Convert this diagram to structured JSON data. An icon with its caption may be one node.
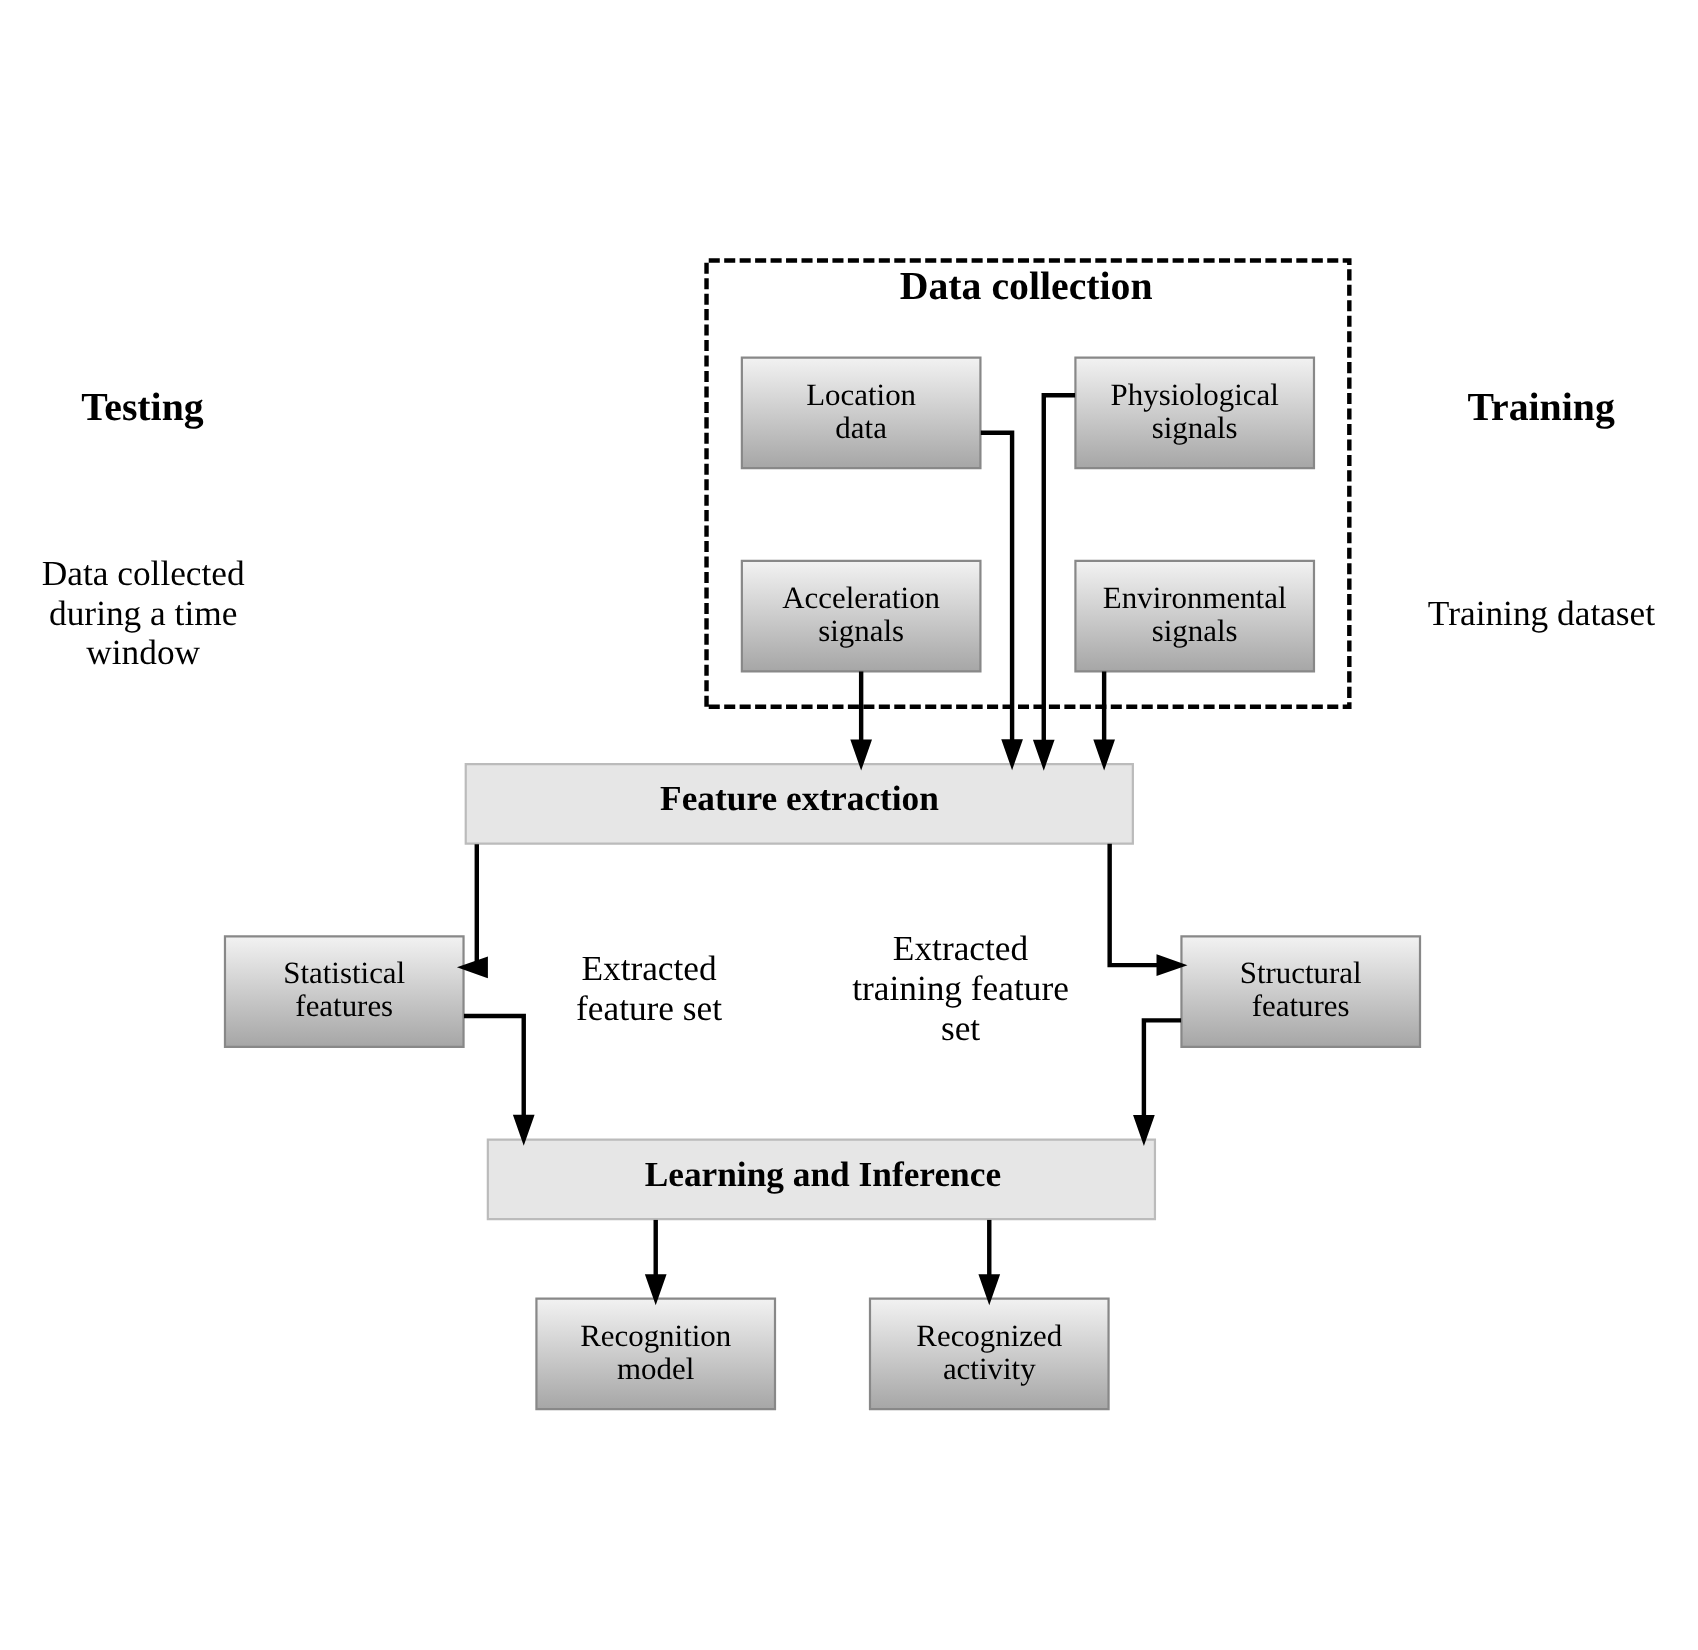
{
  "diagram": {
    "nodes": [
      {
        "text": [
          "Data collection"
        ]
      },
      {
        "text": [
          "Location data"
        ],
        "in": 0
      },
      {
        "text": [
          "Physiological signals"
        ],
        "in": 0
      },
      {
        "text": [
          "Acceleration signals"
        ],
        "in": 0
      },
      {
        "text": [
          "Environmental signals"
        ],
        "in": 0
      },
      {
        "text": [
          "Feature extraction"
        ]
      },
      {
        "text": [
          "Structural features"
        ]
      },
      {
        "text": [
          "Statistical features"
        ]
      },
      {
        "text": [
          "Learning and Inference"
        ]
      },
      {
        "text": [
          "Recognition model"
        ]
      },
      {
        "text": [
          "Recognized activity"
        ]
      }
    ],
    "edges": [
      {
        "from": 1,
        "to": 5,
        "arrow": "to"
      },
      {
        "from": 2,
        "to": 5,
        "arrow": "to"
      },
      {
        "from": 3,
        "to": 5,
        "arrow": "to"
      },
      {
        "from": 4,
        "to": 5,
        "arrow": "to"
      },
      {
        "from": 5,
        "to": 6,
        "arrow": "to"
      },
      {
        "from": 5,
        "to": 7,
        "arrow": "to"
      },
      {
        "from": 6,
        "to": 8,
        "arrow": "to"
      },
      {
        "from": 7,
        "to": 8,
        "arrow": "to"
      },
      {
        "from": 8,
        "to": 9,
        "arrow": "to"
      },
      {
        "from": 8,
        "to": 10,
        "arrow": "to"
      }
    ],
    "labels": [
      "Training",
      "Testing",
      "Training dataset",
      "Data collected during a time window",
      "Extracted training feature set",
      "Extracted feature set"
    ]
  }
}
